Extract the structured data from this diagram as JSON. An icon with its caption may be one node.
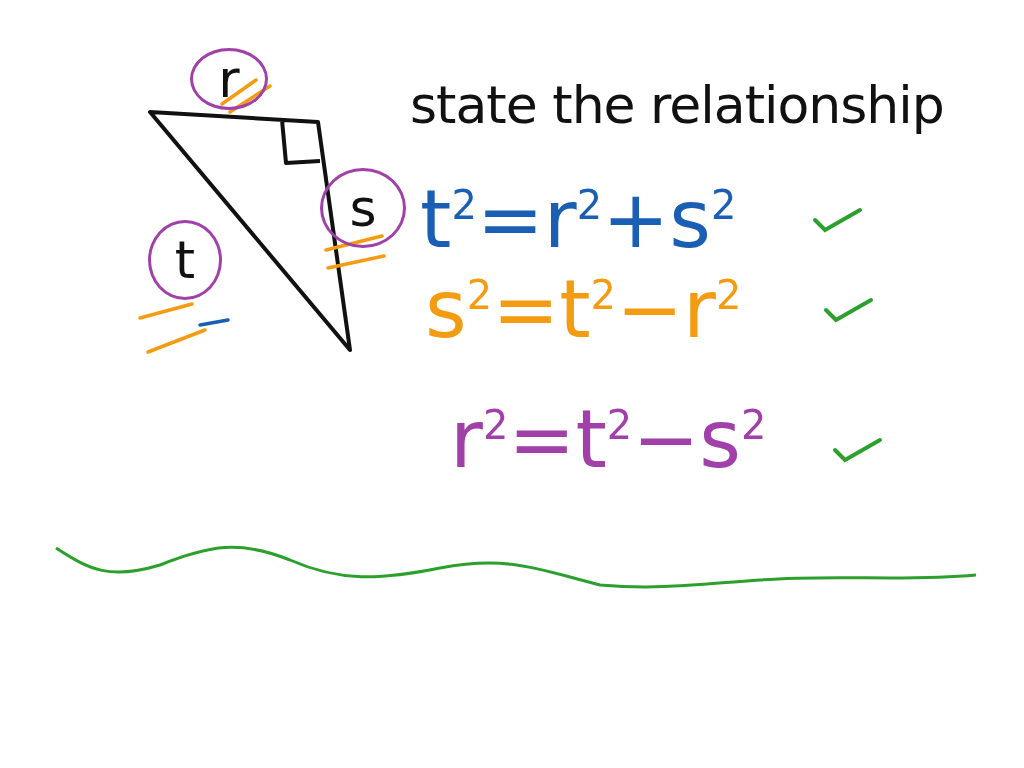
{
  "diagram": {
    "title": "state the relationship",
    "nodes": [
      {
        "text": [
          "r"
        ]
      },
      {
        "text": [
          "s"
        ]
      },
      {
        "text": [
          "t"
        ]
      }
    ],
    "labels": [
      "t$^{2}$=r$^{2}$+s$^{2}$",
      "s$^{2}$=t$^{2}$−r$^{2}$",
      "r$^{2}$=t$^{2}$−s$^{2}$"
    ]
  }
}
